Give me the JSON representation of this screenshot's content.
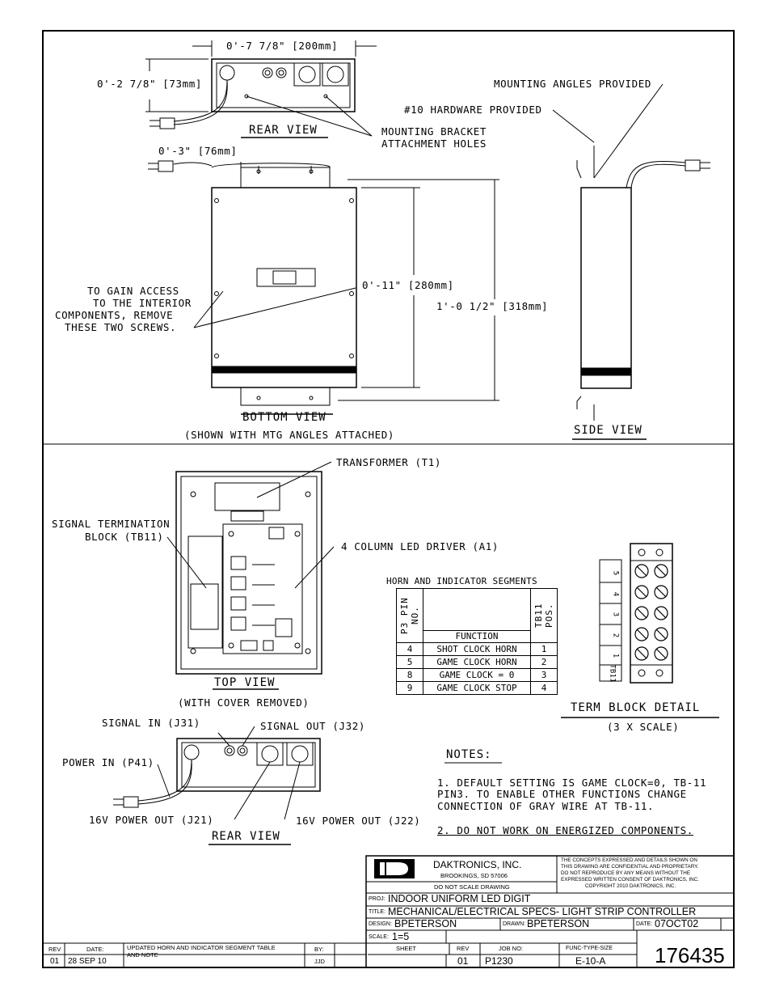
{
  "rear_view_top": {
    "width_dim": "0'-7 7/8\" [200mm]",
    "height_dim": "0'-2 7/8\" [73mm]",
    "label": "REAR VIEW",
    "mounting_bracket_note_1": "MOUNTING BRACKET",
    "mounting_bracket_note_2": "ATTACHMENT HOLES"
  },
  "bottom_view": {
    "depth_dim": "0'-3\" [76mm]",
    "height_inner_dim": "0'-11\" [280mm]",
    "height_outer_dim": "1'-0 1/2\" [318mm]",
    "access_note_1": "TO GAIN ACCESS",
    "access_note_2": "TO THE INTERIOR",
    "access_note_3": "COMPONENTS, REMOVE",
    "access_note_4": "THESE TWO SCREWS.",
    "label": "BOTTOM VIEW",
    "sublabel": "(SHOWN WITH MTG ANGLES ATTACHED)"
  },
  "side_view": {
    "mounting_angles_note": "MOUNTING ANGLES PROVIDED",
    "hardware_note": "#10 HARDWARE PROVIDED",
    "label": "SIDE VIEW"
  },
  "top_view": {
    "transformer": "TRANSFORMER (T1)",
    "signal_term_1": "SIGNAL TERMINATION",
    "signal_term_2": "BLOCK (TB11)",
    "led_driver": "4 COLUMN LED DRIVER (A1)",
    "label": "TOP VIEW",
    "sublabel": "(WITH COVER REMOVED)"
  },
  "segments_table": {
    "title": "HORN AND INDICATOR SEGMENTS",
    "col1_header": "P3 PIN NO.",
    "col2_header": "FUNCTION",
    "col3_header": "TB11 POS.",
    "rows": [
      {
        "pin": "4",
        "function": "SHOT CLOCK HORN",
        "pos": "1"
      },
      {
        "pin": "5",
        "function": "GAME CLOCK HORN",
        "pos": "2"
      },
      {
        "pin": "8",
        "function": "GAME CLOCK = 0",
        "pos": "3"
      },
      {
        "pin": "9",
        "function": "GAME CLOCK STOP",
        "pos": "4"
      }
    ]
  },
  "term_block": {
    "label": "TERM BLOCK DETAIL",
    "sublabel": "(3 X SCALE)",
    "tag": "TB11",
    "positions": [
      "5",
      "4",
      "3",
      "2",
      "1"
    ]
  },
  "rear_view_bottom": {
    "signal_in": "SIGNAL IN (J31)",
    "signal_out": "SIGNAL OUT (J32)",
    "power_in": "POWER IN (P41)",
    "power_out_1": "16V POWER OUT (J21)",
    "power_out_2": "16V POWER OUT (J22)",
    "label": "REAR VIEW"
  },
  "notes": {
    "title": "NOTES:",
    "note1_line1": "1. DEFAULT SETTING IS GAME CLOCK=0, TB-11",
    "note1_line2": "PIN3. TO ENABLE OTHER FUNCTIONS CHANGE",
    "note1_line3": "CONNECTION OF GRAY WIRE AT TB-11.",
    "note2": "2.  DO NOT WORK ON ENERGIZED COMPONENTS."
  },
  "title_block": {
    "company": "DAKTRONICS, INC.",
    "city": "BROOKINGS, SD  57006",
    "do_not_scale": "DO NOT SCALE DRAWING",
    "conf_1": "THE CONCEPTS EXPRESSED AND DETAILS SHOWN ON",
    "conf_2": "THIS DRAWING ARE CONFIDENTIAL AND PROPRIETARY.",
    "conf_3": "DO NOT REPRODUCE BY ANY MEANS WITHOUT THE",
    "conf_4": "EXPRESSED WRITTEN CONSENT OF DAKTRONICS, INC.",
    "conf_5": "COPYRIGHT 2010 DAKTRONICS, INC.",
    "proj_label": "PROJ:",
    "proj": "INDOOR UNIFORM LED DIGIT",
    "title_label": "TITLE:",
    "title": "MECHANICAL/ELECTRICAL SPECS- LIGHT STRIP CONTROLLER",
    "design_label": "DESIGN:",
    "design": "BPETERSON",
    "drawn_label": "DRAWN:",
    "drawn": "BPETERSON",
    "date_label": "DATE:",
    "date": "07OCT02",
    "scale_label": "SCALE:",
    "scale": "1=5",
    "sheet_label": "SHEET",
    "rev_label": "REV",
    "job_label": "JOB NO:",
    "func_label": "FUNC-TYPE-SIZE",
    "rev": "01",
    "job": "P1230",
    "func": "E-10-A",
    "drawing_number": "176435"
  },
  "revision_block": {
    "rev_label": "REV",
    "date_label": "DATE:",
    "by_label": "BY:",
    "rev": "01",
    "date": "28 SEP 10",
    "desc_1": "UPDATED HORN AND INDICATOR SEGMENT TABLE",
    "desc_2": "AND  NOTE",
    "by": "JJD"
  }
}
